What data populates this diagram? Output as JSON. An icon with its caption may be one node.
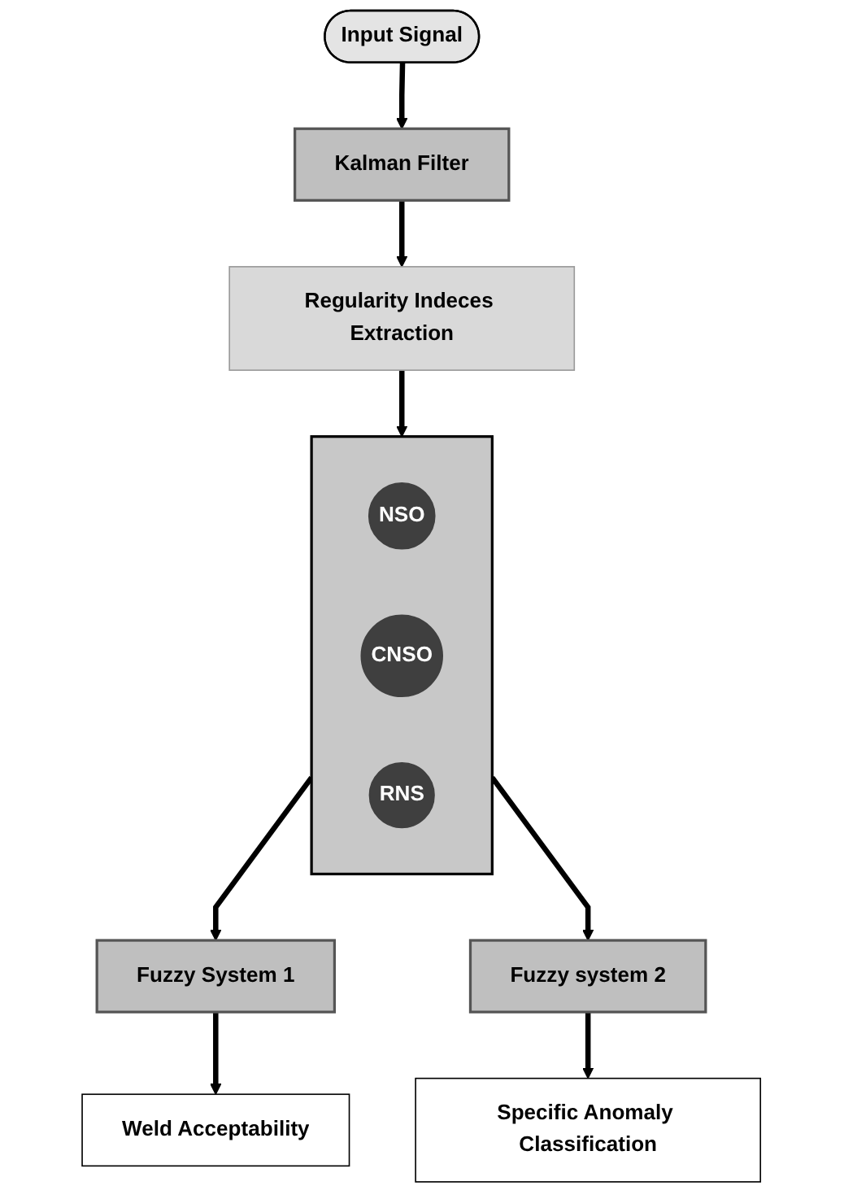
{
  "diagram": {
    "nodes": [
      {
        "text": [
          "Input Signal"
        ]
      },
      {
        "text": [
          "Kalman Filter"
        ]
      },
      {
        "text": [
          "Regularity Indeces Extraction"
        ]
      },
      {
        "text": [],
        "shape": "box"
      },
      {
        "text": [
          "NSO"
        ],
        "in": 3
      },
      {
        "text": [
          "CNSO"
        ],
        "in": 3
      },
      {
        "text": [
          "RNS"
        ],
        "in": 3
      },
      {
        "text": [
          "Fuzzy System 1"
        ]
      },
      {
        "text": [
          "Fuzzy system 2"
        ]
      },
      {
        "text": [
          "Weld Acceptability"
        ]
      },
      {
        "text": [
          "Specific Anomaly Classification"
        ]
      }
    ],
    "edges": [
      {
        "from": 0,
        "to": 1,
        "arrow": "to"
      },
      {
        "from": 1,
        "to": 2,
        "arrow": "to"
      },
      {
        "from": 2,
        "to": 3,
        "arrow": "to"
      },
      {
        "from": 3,
        "to": 7,
        "arrow": "to"
      },
      {
        "from": 3,
        "to": 8,
        "arrow": "to"
      },
      {
        "from": 7,
        "to": 9,
        "arrow": "to"
      },
      {
        "from": 8,
        "to": 10,
        "arrow": "to"
      }
    ]
  }
}
